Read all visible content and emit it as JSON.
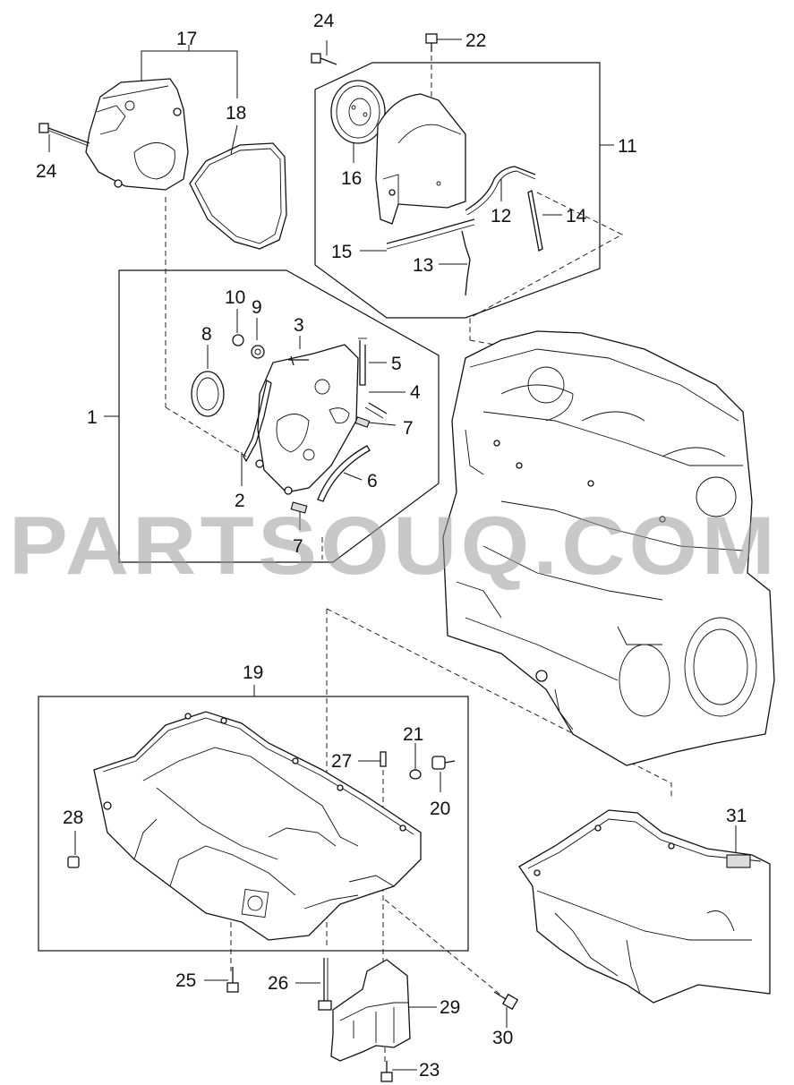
{
  "watermark": "PARTSOUQ.COM",
  "callouts": {
    "c1": "1",
    "c2": "2",
    "c3": "3",
    "c4": "4",
    "c5": "5",
    "c6": "6",
    "c7a": "7",
    "c7b": "7",
    "c8": "8",
    "c9": "9",
    "c10": "10",
    "c11": "11",
    "c12": "12",
    "c13": "13",
    "c14": "14",
    "c15": "15",
    "c16": "16",
    "c17": "17",
    "c18": "18",
    "c19": "19",
    "c20": "20",
    "c21": "21",
    "c22": "22",
    "c23": "23",
    "c24a": "24",
    "c24b": "24",
    "c25": "25",
    "c26": "26",
    "c27": "27",
    "c28": "28",
    "c29": "29",
    "c30": "30",
    "c31": "31"
  }
}
